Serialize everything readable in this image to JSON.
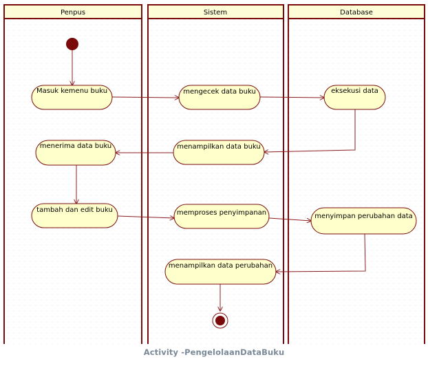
{
  "swimlanes": {
    "penpus": "Penpus",
    "sistem": "Sistem",
    "database": "Database"
  },
  "activities": {
    "masuk_menu": "Masuk kemenu buku",
    "mengecek": "mengecek data buku",
    "eksekusi": "eksekusi data",
    "menampilkan_data": "menampilkan data buku",
    "menerima": "menerima data buku",
    "tambah_edit": "tambah dan edit buku",
    "memproses": "memproses penyimpanan",
    "menyimpan": "menyimpan perubahan data",
    "menampilkan_perubahan": "menampilkan data perubahan"
  },
  "caption": "Activity -PengelolaanDataBuku",
  "colors": {
    "lane_border": "#7a0a0a",
    "lane_header_fill": "#fdfdd8",
    "activity_fill": "#ffffcc",
    "activity_border": "#7a0a0a",
    "flow_line": "#8b1c1c",
    "initial_node": "#7a0a0a",
    "grid_dot": "#d6d6d6"
  }
}
